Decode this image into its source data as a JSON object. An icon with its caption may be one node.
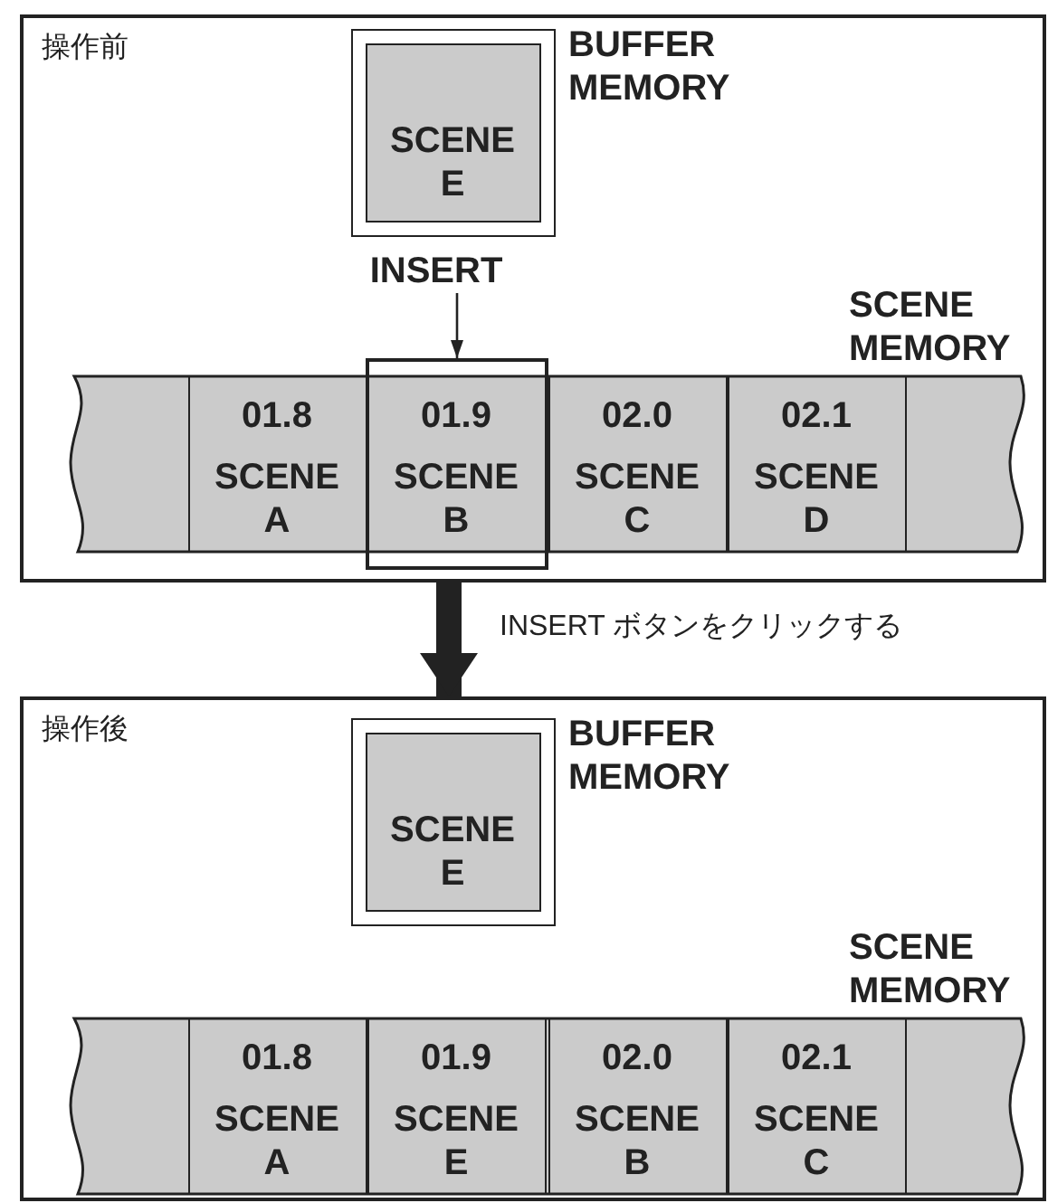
{
  "diagram": {
    "nodes": [
      {
        "text": [
          "操作前"
        ]
      },
      {
        "text": [
          "SCENE E"
        ],
        "beside": [
          "BUFFER MEMORY"
        ],
        "in": 0
      },
      {
        "text": [
          "INSERT"
        ],
        "in": 0
      },
      {
        "text": [
          "SCENE MEMORY"
        ],
        "in": 0
      },
      {
        "text": [
          "01.8",
          "SCENE A"
        ],
        "in": 3
      },
      {
        "text": [
          "01.9",
          "SCENE B"
        ],
        "in": 3
      },
      {
        "text": [
          "02.0",
          "SCENE C"
        ],
        "in": 3
      },
      {
        "text": [
          "02.1",
          "SCENE D"
        ],
        "in": 3
      },
      {
        "text": [
          "操作後"
        ]
      },
      {
        "text": [
          "SCENE E"
        ],
        "beside": [
          "BUFFER MEMORY"
        ],
        "in": 8
      },
      {
        "text": [
          "SCENE MEMORY"
        ],
        "in": 8
      },
      {
        "text": [
          "01.8",
          "SCENE A"
        ],
        "in": 10
      },
      {
        "text": [
          "01.9",
          "SCENE E"
        ],
        "in": 10
      },
      {
        "text": [
          "02.0",
          "SCENE B"
        ],
        "in": 10
      },
      {
        "text": [
          "02.1",
          "SCENE C"
        ],
        "in": 10
      }
    ],
    "edges": [
      {
        "from": 2,
        "to": 5,
        "arrow": "to"
      },
      {
        "from": 0,
        "to": 8,
        "arrow": "to",
        "style": "thick",
        "label": "INSERT ボタンをクリックする"
      }
    ]
  }
}
